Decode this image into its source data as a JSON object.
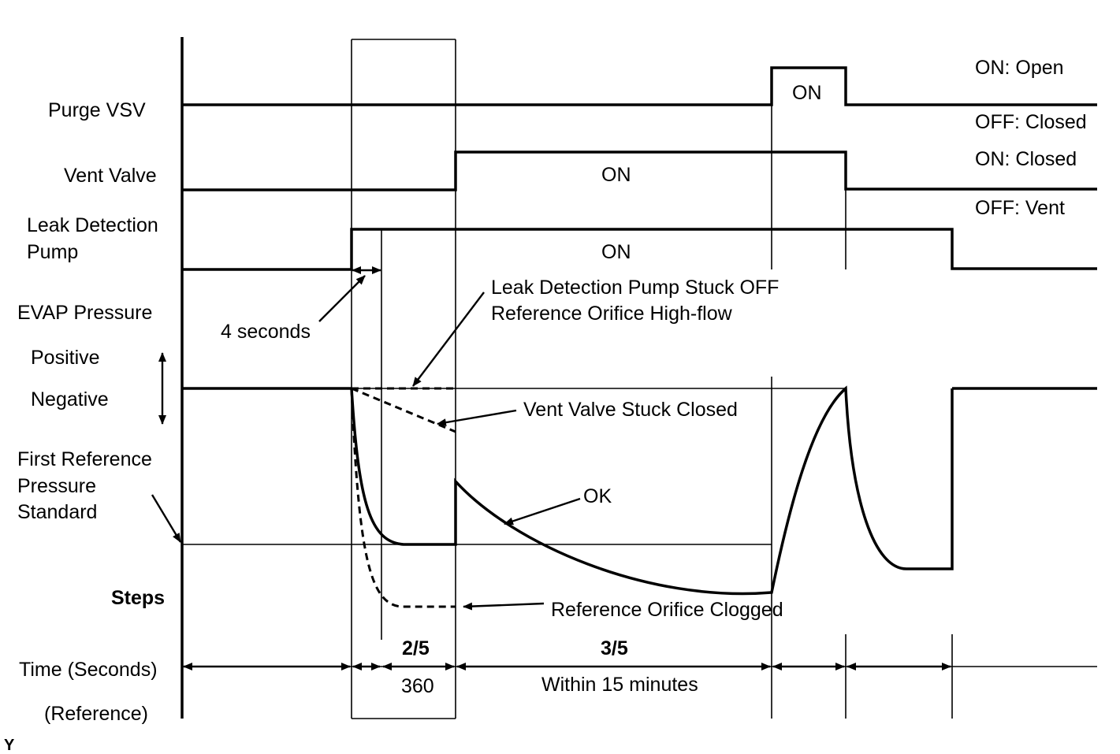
{
  "row_labels": {
    "purge_vsv": "Purge VSV",
    "vent_valve": "Vent Valve",
    "leak_pump_line1": "Leak Detection",
    "leak_pump_line2": "Pump",
    "evap_pressure": "EVAP Pressure",
    "positive": "Positive",
    "negative": "Negative",
    "first_ref_line1": "First Reference",
    "first_ref_line2": "Pressure",
    "first_ref_line3": "Standard",
    "steps": "Steps",
    "time": "Time (Seconds)",
    "reference": "(Reference)"
  },
  "state_legends": {
    "purge_on": "ON: Open",
    "purge_off": "OFF: Closed",
    "vent_on": "ON: Closed",
    "vent_off": "OFF: Vent"
  },
  "signal_labels": {
    "purge_on": "ON",
    "vent_on": "ON",
    "pump_on": "ON"
  },
  "annotations": {
    "four_seconds": "4 seconds",
    "pump_stuck_line1": "Leak Detection Pump Stuck OFF",
    "pump_stuck_line2": "Reference Orifice High-flow",
    "vent_stuck": "Vent Valve Stuck Closed",
    "ok": "OK",
    "orifice_clogged": "Reference Orifice Clogged"
  },
  "steps": {
    "step2": "2/5",
    "step3": "3/5"
  },
  "durations": {
    "step2": "360",
    "step3": "Within 15 minutes"
  },
  "corner_mark": "Y"
}
